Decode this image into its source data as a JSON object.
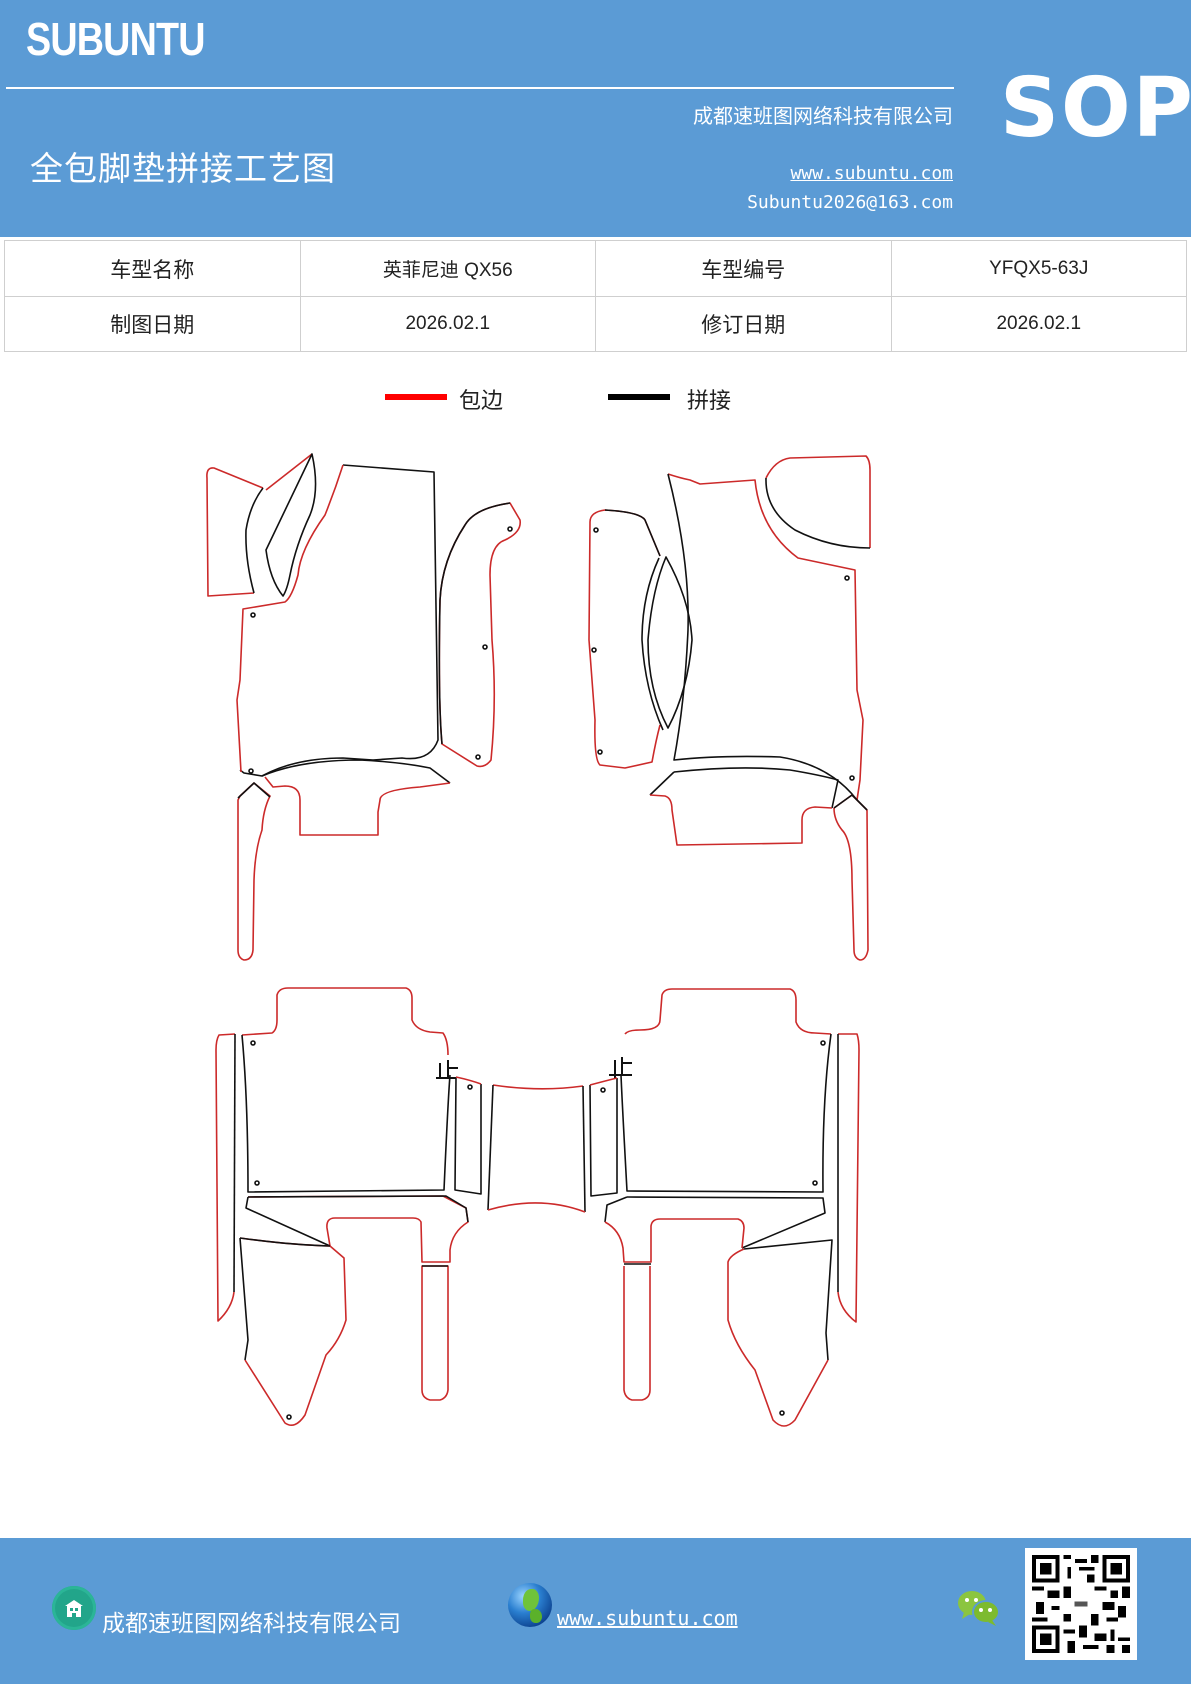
{
  "header": {
    "brand": "SUBUNTU",
    "company": "成都速班图网络科技有限公司",
    "title": "全包脚垫拼接工艺图",
    "website": "www.subuntu.com",
    "email": "Subuntu2026@163.com",
    "badge": "SOP",
    "bg_color": "#5b9bd5"
  },
  "info_table": {
    "rows": [
      [
        {
          "label": "车型名称",
          "value": "英菲尼迪 QX56"
        },
        {
          "label": "车型编号",
          "value": "YFQX5-63J"
        }
      ],
      [
        {
          "label": "制图日期",
          "value": "2026.02.1"
        },
        {
          "label": "修订日期",
          "value": "2026.02.1"
        }
      ]
    ]
  },
  "legend": {
    "items": [
      {
        "label": "包边",
        "color": "#ff0000"
      },
      {
        "label": "拼接",
        "color": "#000000"
      }
    ]
  },
  "drawing": {
    "markers": [
      "止",
      "止"
    ],
    "edge_color": "#cc2a2a",
    "seam_color": "#000000"
  },
  "footer": {
    "company": "成都速班图网络科技有限公司",
    "website": "www.subuntu.com",
    "icons": [
      "building-icon",
      "globe-icon",
      "wechat-icon",
      "qr-code"
    ]
  }
}
